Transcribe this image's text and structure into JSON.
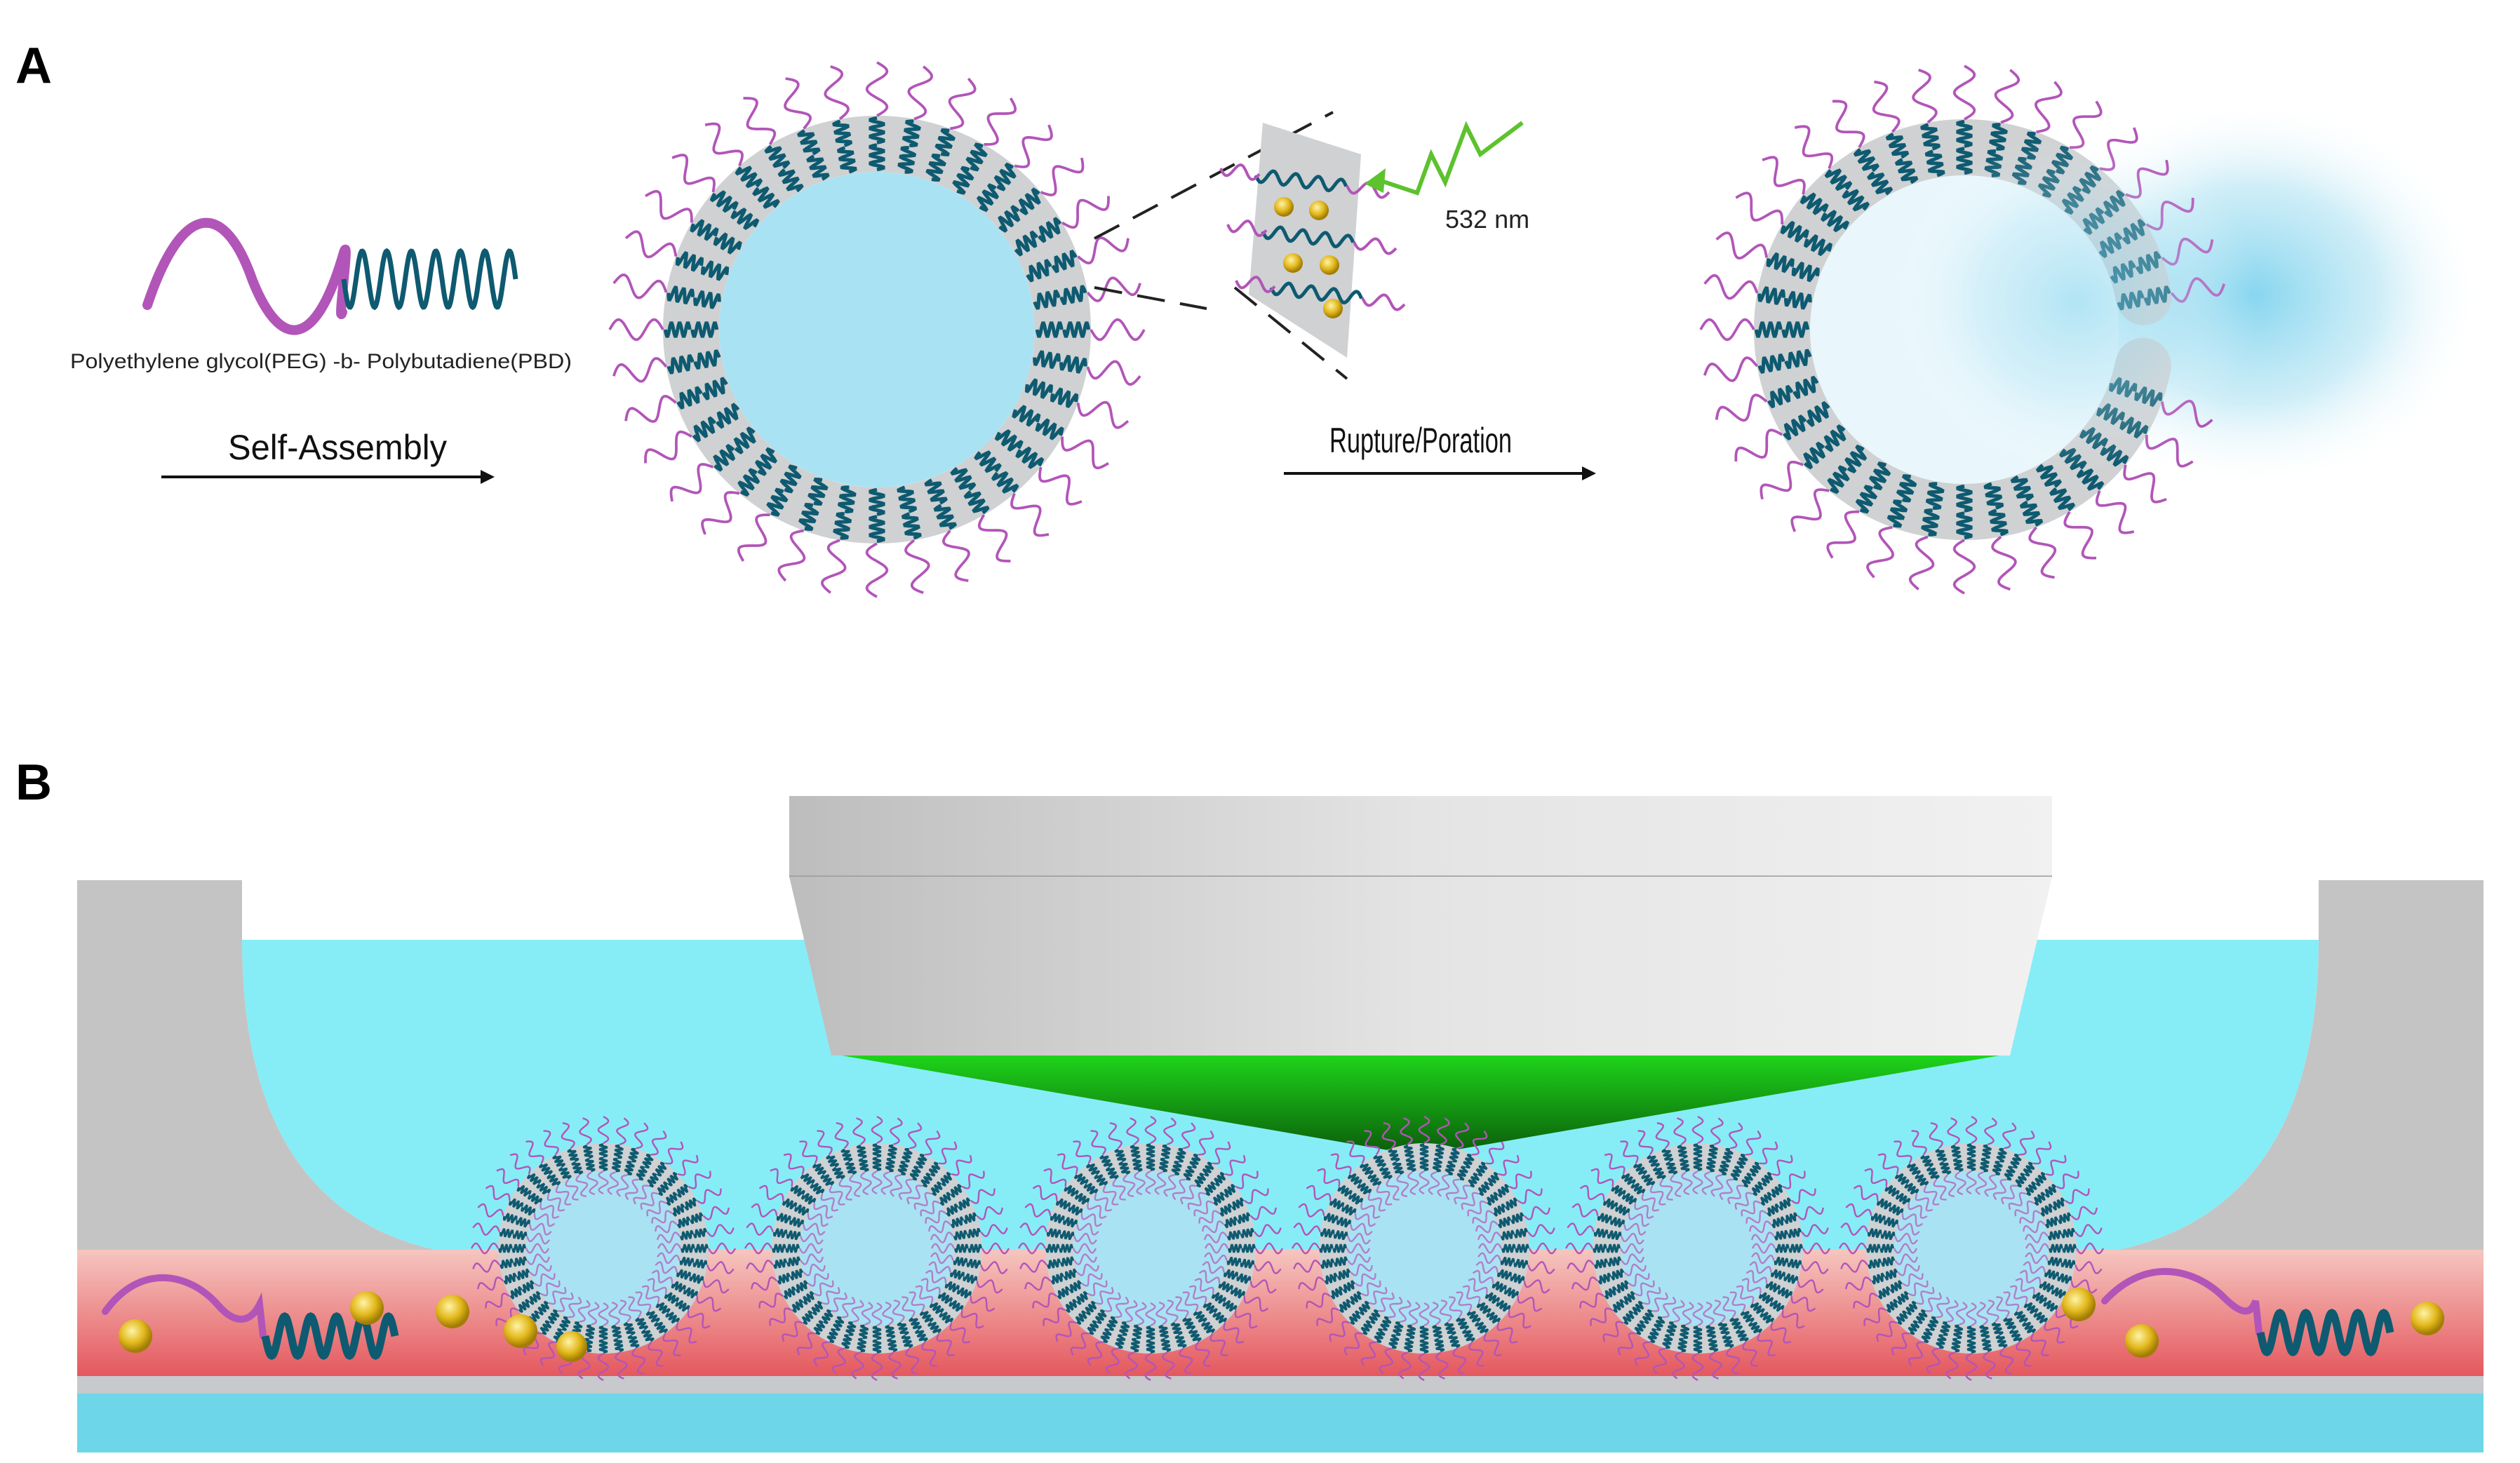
{
  "panels": {
    "a": "A",
    "b": "B"
  },
  "copolymer_caption": "Polyethylene glycol(PEG) -b- Polybutadiene(PBD)",
  "self_assembly_label": "Self-Assembly",
  "rupture_label": "Rupture/Poration",
  "wavelength_label": "532 nm",
  "colors": {
    "peg": "#b255b8",
    "pbd": "#0e5a70",
    "membrane": "#cfd1d3",
    "lumen": "#a9e3f3",
    "water": "#86edf7",
    "laser": "#22c41e",
    "gold": "#e2b81c",
    "substrate": "#e86468",
    "glass": "#6dd6e8",
    "well_wall": "#c4c4c4"
  },
  "icons": [
    "laser-zigzag-icon",
    "gold-nanoparticle-icon"
  ]
}
